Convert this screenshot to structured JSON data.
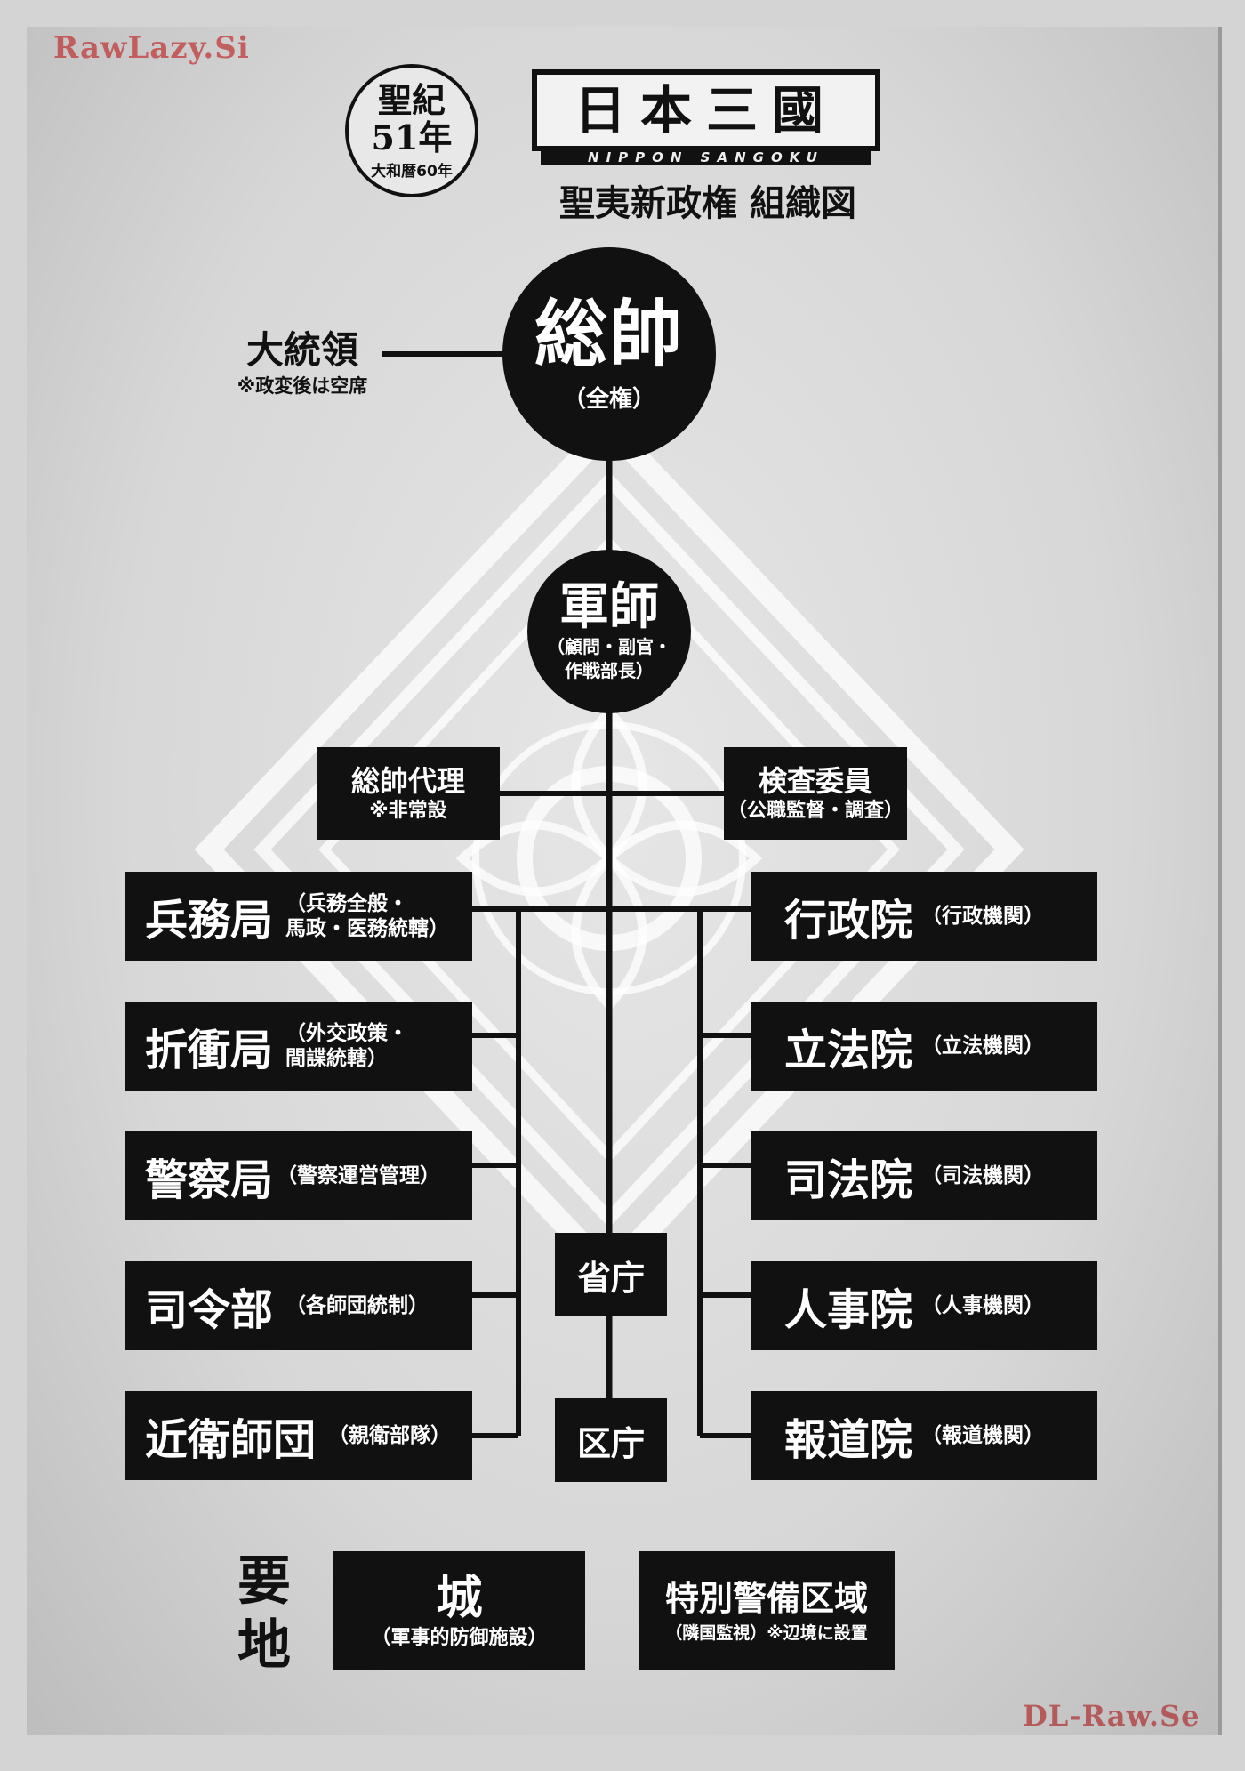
{
  "watermarks": {
    "top": "RawLazy.Si",
    "bottom": "DL-Raw.Se"
  },
  "era": {
    "line1": "聖紀",
    "line2": "51年",
    "sub": "大和暦60年"
  },
  "logo": {
    "kanji": "日本三國",
    "roman": "NIPPON SANGOKU"
  },
  "title": "聖夷新政権 組織図",
  "top_node": {
    "title": "総帥",
    "sub": "（全権）"
  },
  "president": {
    "title": "大統領",
    "note": "※政変後は空席"
  },
  "advisor": {
    "title": "軍師",
    "sub1": "（顧問・副官・",
    "sub2": "作戦部長）"
  },
  "deputy": {
    "title": "総帥代理",
    "note": "※非常設"
  },
  "inspector": {
    "title": "検査委員",
    "sub": "（公職監督・調査）"
  },
  "left_bureaus": [
    {
      "name": "兵務局",
      "desc1": "（兵務全般・",
      "desc2": "馬政・医務統轄）"
    },
    {
      "name": "折衝局",
      "desc1": "（外交政策・",
      "desc2": "間諜統轄）"
    },
    {
      "name": "警察局",
      "desc1": "（警察運営管理）",
      "desc2": ""
    },
    {
      "name": "司令部",
      "desc1": "（各師団統制）",
      "desc2": ""
    },
    {
      "name": "近衛師団",
      "desc1": "（親衛部隊）",
      "desc2": ""
    }
  ],
  "right_courts": [
    {
      "name": "行政院",
      "desc": "（行政機関）"
    },
    {
      "name": "立法院",
      "desc": "（立法機関）"
    },
    {
      "name": "司法院",
      "desc": "（司法機関）"
    },
    {
      "name": "人事院",
      "desc": "（人事機関）"
    },
    {
      "name": "報道院",
      "desc": "（報道機関）"
    }
  ],
  "ministry": "省庁",
  "ward": "区庁",
  "strongholds": {
    "label": "要地",
    "castle": {
      "title": "城",
      "sub": "（軍事的防御施設）"
    },
    "special": {
      "title": "特別警備区域",
      "sub": "（隣国監視）※辺境に設置"
    }
  }
}
